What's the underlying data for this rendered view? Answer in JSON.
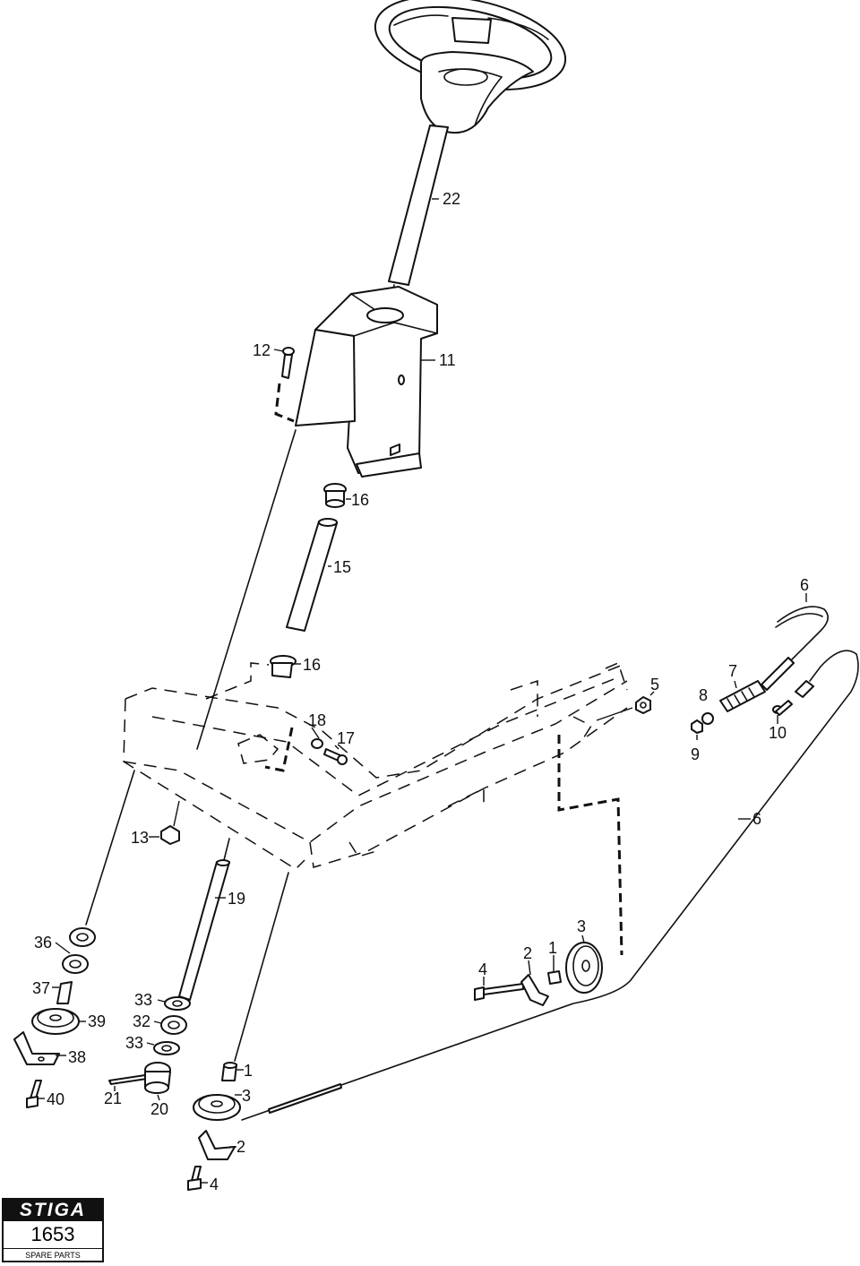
{
  "callouts": {
    "c22": "22",
    "c12": "12",
    "c11": "11",
    "c16a": "16",
    "c15": "15",
    "c16b": "16",
    "c18": "18",
    "c17": "17",
    "c5": "5",
    "c6a": "6",
    "c7": "7",
    "c8": "8",
    "c9": "9",
    "c10": "10",
    "c6b": "6",
    "c13": "13",
    "c19": "19",
    "c36": "36",
    "c37": "37",
    "c39": "39",
    "c38": "38",
    "c40": "40",
    "c33a": "33",
    "c32": "32",
    "c33b": "33",
    "c21": "21",
    "c20": "20",
    "c1a": "1",
    "c3a": "3",
    "c2a": "2",
    "c4a": "4",
    "c4b": "4",
    "c2b": "2",
    "c1b": "1",
    "c3b": "3"
  },
  "brand": {
    "logo": "STIGA",
    "number": "1653",
    "caption": "SPARE PARTS"
  }
}
